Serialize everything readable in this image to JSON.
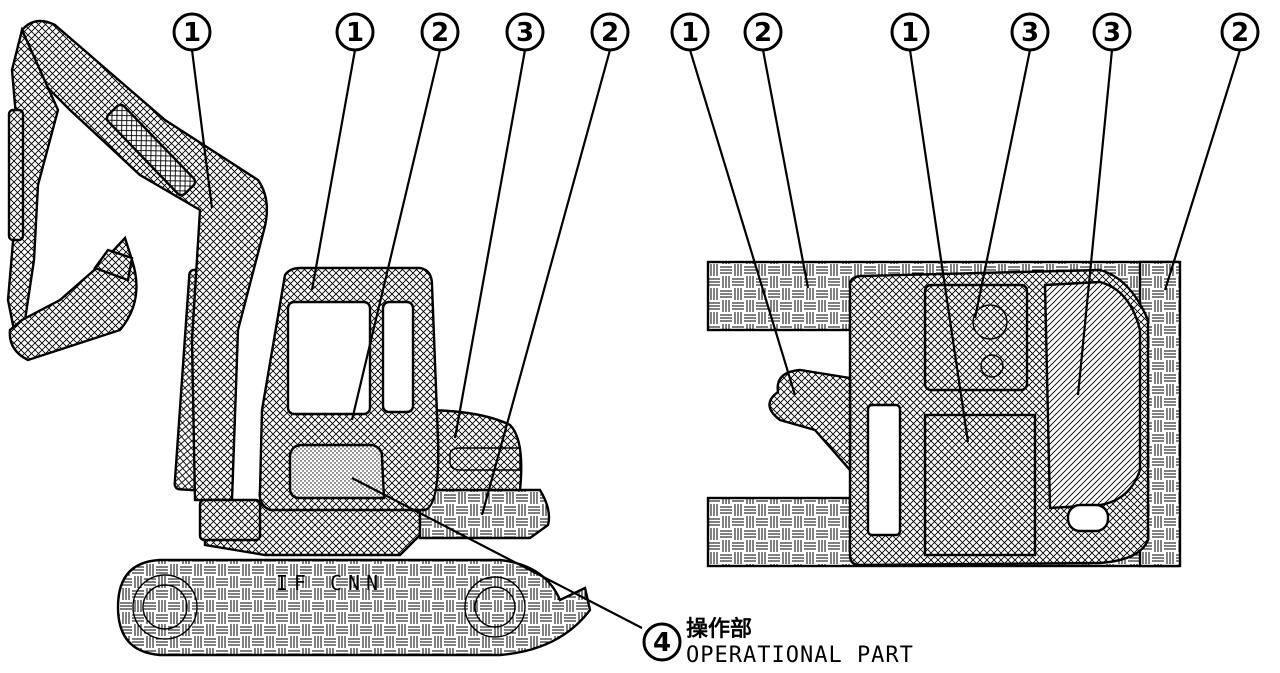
{
  "callouts": [
    {
      "label": "1"
    },
    {
      "label": "1"
    },
    {
      "label": "2"
    },
    {
      "label": "3"
    },
    {
      "label": "2"
    },
    {
      "label": "1"
    },
    {
      "label": "2"
    },
    {
      "label": "1"
    },
    {
      "label": "3"
    },
    {
      "label": "3"
    },
    {
      "label": "2"
    },
    {
      "label": "4"
    }
  ],
  "caption": {
    "japanese": "操作部",
    "english": "OPERATIONAL PART"
  },
  "track_lettering": "IF CNN"
}
